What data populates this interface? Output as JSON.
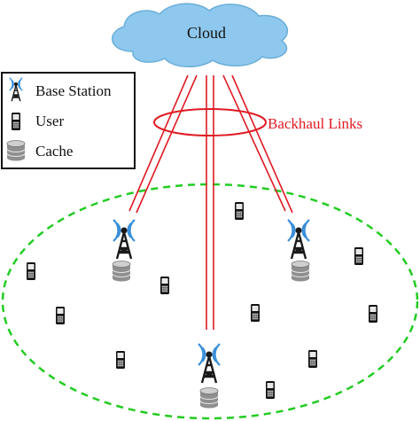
{
  "cloud": {
    "label": "Cloud",
    "fill": "#8fc8ee",
    "stroke": "#6aaed8"
  },
  "backhaul": {
    "label": "Backhaul Links",
    "color": "#e01b24"
  },
  "legend": {
    "items": [
      {
        "label": "Base Station",
        "icon": "antenna-tower-icon"
      },
      {
        "label": "User",
        "icon": "phone-icon"
      },
      {
        "label": "Cache",
        "icon": "database-icon"
      }
    ]
  },
  "coverage": {
    "border_color": "#22cc22",
    "style": "dashed"
  },
  "colors": {
    "tower": "#1a1a1a",
    "signal": "#3b8fd8",
    "cache": "#9a9a9a"
  }
}
